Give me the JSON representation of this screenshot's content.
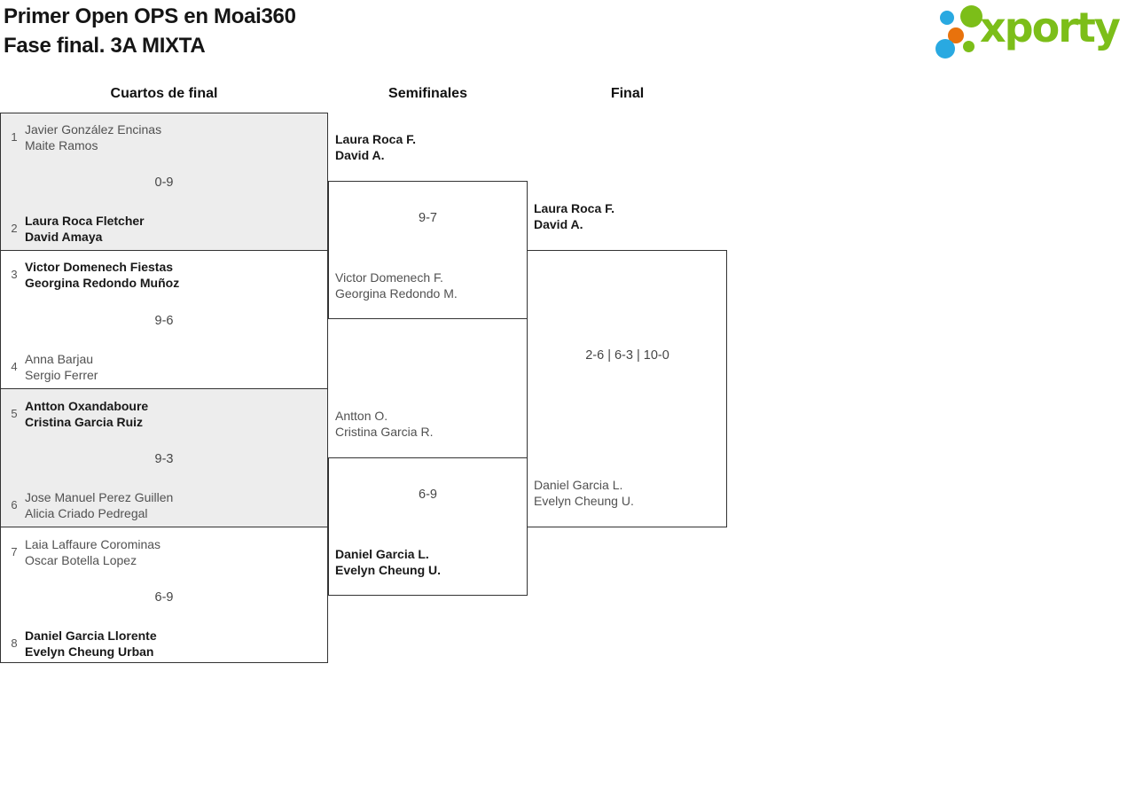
{
  "header": {
    "title_line1": "Primer Open OPS en Moai360",
    "title_line2": "Fase final. 3A MIXTA"
  },
  "logo": {
    "wordmark": "xporty",
    "colors": {
      "green": "#7cbe19",
      "blue": "#29a9e1",
      "orange": "#e8720c"
    }
  },
  "rounds": [
    {
      "label": "Cuartos de final"
    },
    {
      "label": "Semifinales"
    },
    {
      "label": "Final"
    }
  ],
  "quarterfinals": [
    {
      "seed_top": "1",
      "team_top": [
        "Javier González Encinas",
        "Maite Ramos"
      ],
      "score": "0-9",
      "seed_bottom": "2",
      "team_bottom": [
        "Laura Roca Fletcher",
        "David Amaya"
      ],
      "winner": "bottom"
    },
    {
      "seed_top": "3",
      "team_top": [
        "Victor Domenech Fiestas",
        "Georgina Redondo Muñoz"
      ],
      "score": "9-6",
      "seed_bottom": "4",
      "team_bottom": [
        "Anna Barjau",
        "Sergio Ferrer"
      ],
      "winner": "top"
    },
    {
      "seed_top": "5",
      "team_top": [
        "Antton Oxandaboure",
        "Cristina Garcia Ruiz"
      ],
      "score": "9-3",
      "seed_bottom": "6",
      "team_bottom": [
        "Jose Manuel Perez Guillen",
        "Alicia Criado Pedregal"
      ],
      "winner": "top"
    },
    {
      "seed_top": "7",
      "team_top": [
        "Laia Laffaure Corominas",
        "Oscar Botella Lopez"
      ],
      "score": "6-9",
      "seed_bottom": "8",
      "team_bottom": [
        "Daniel Garcia Llorente",
        "Evelyn Cheung Urban"
      ],
      "winner": "bottom"
    }
  ],
  "semifinals": [
    {
      "team_top": [
        "Laura Roca F.",
        "David A."
      ],
      "score": "9-7",
      "team_bottom": [
        "Victor Domenech F.",
        "Georgina Redondo M."
      ],
      "winner": "top"
    },
    {
      "team_top": [
        "Antton O.",
        "Cristina Garcia R."
      ],
      "score": "6-9",
      "team_bottom": [
        "Daniel Garcia L.",
        "Evelyn Cheung U."
      ],
      "winner": "bottom"
    }
  ],
  "final": {
    "team_top": [
      "Laura Roca F.",
      "David A."
    ],
    "score": "2-6 | 6-3 | 10-0",
    "team_bottom": [
      "Daniel Garcia L.",
      "Evelyn Cheung U."
    ],
    "winner": "top"
  }
}
